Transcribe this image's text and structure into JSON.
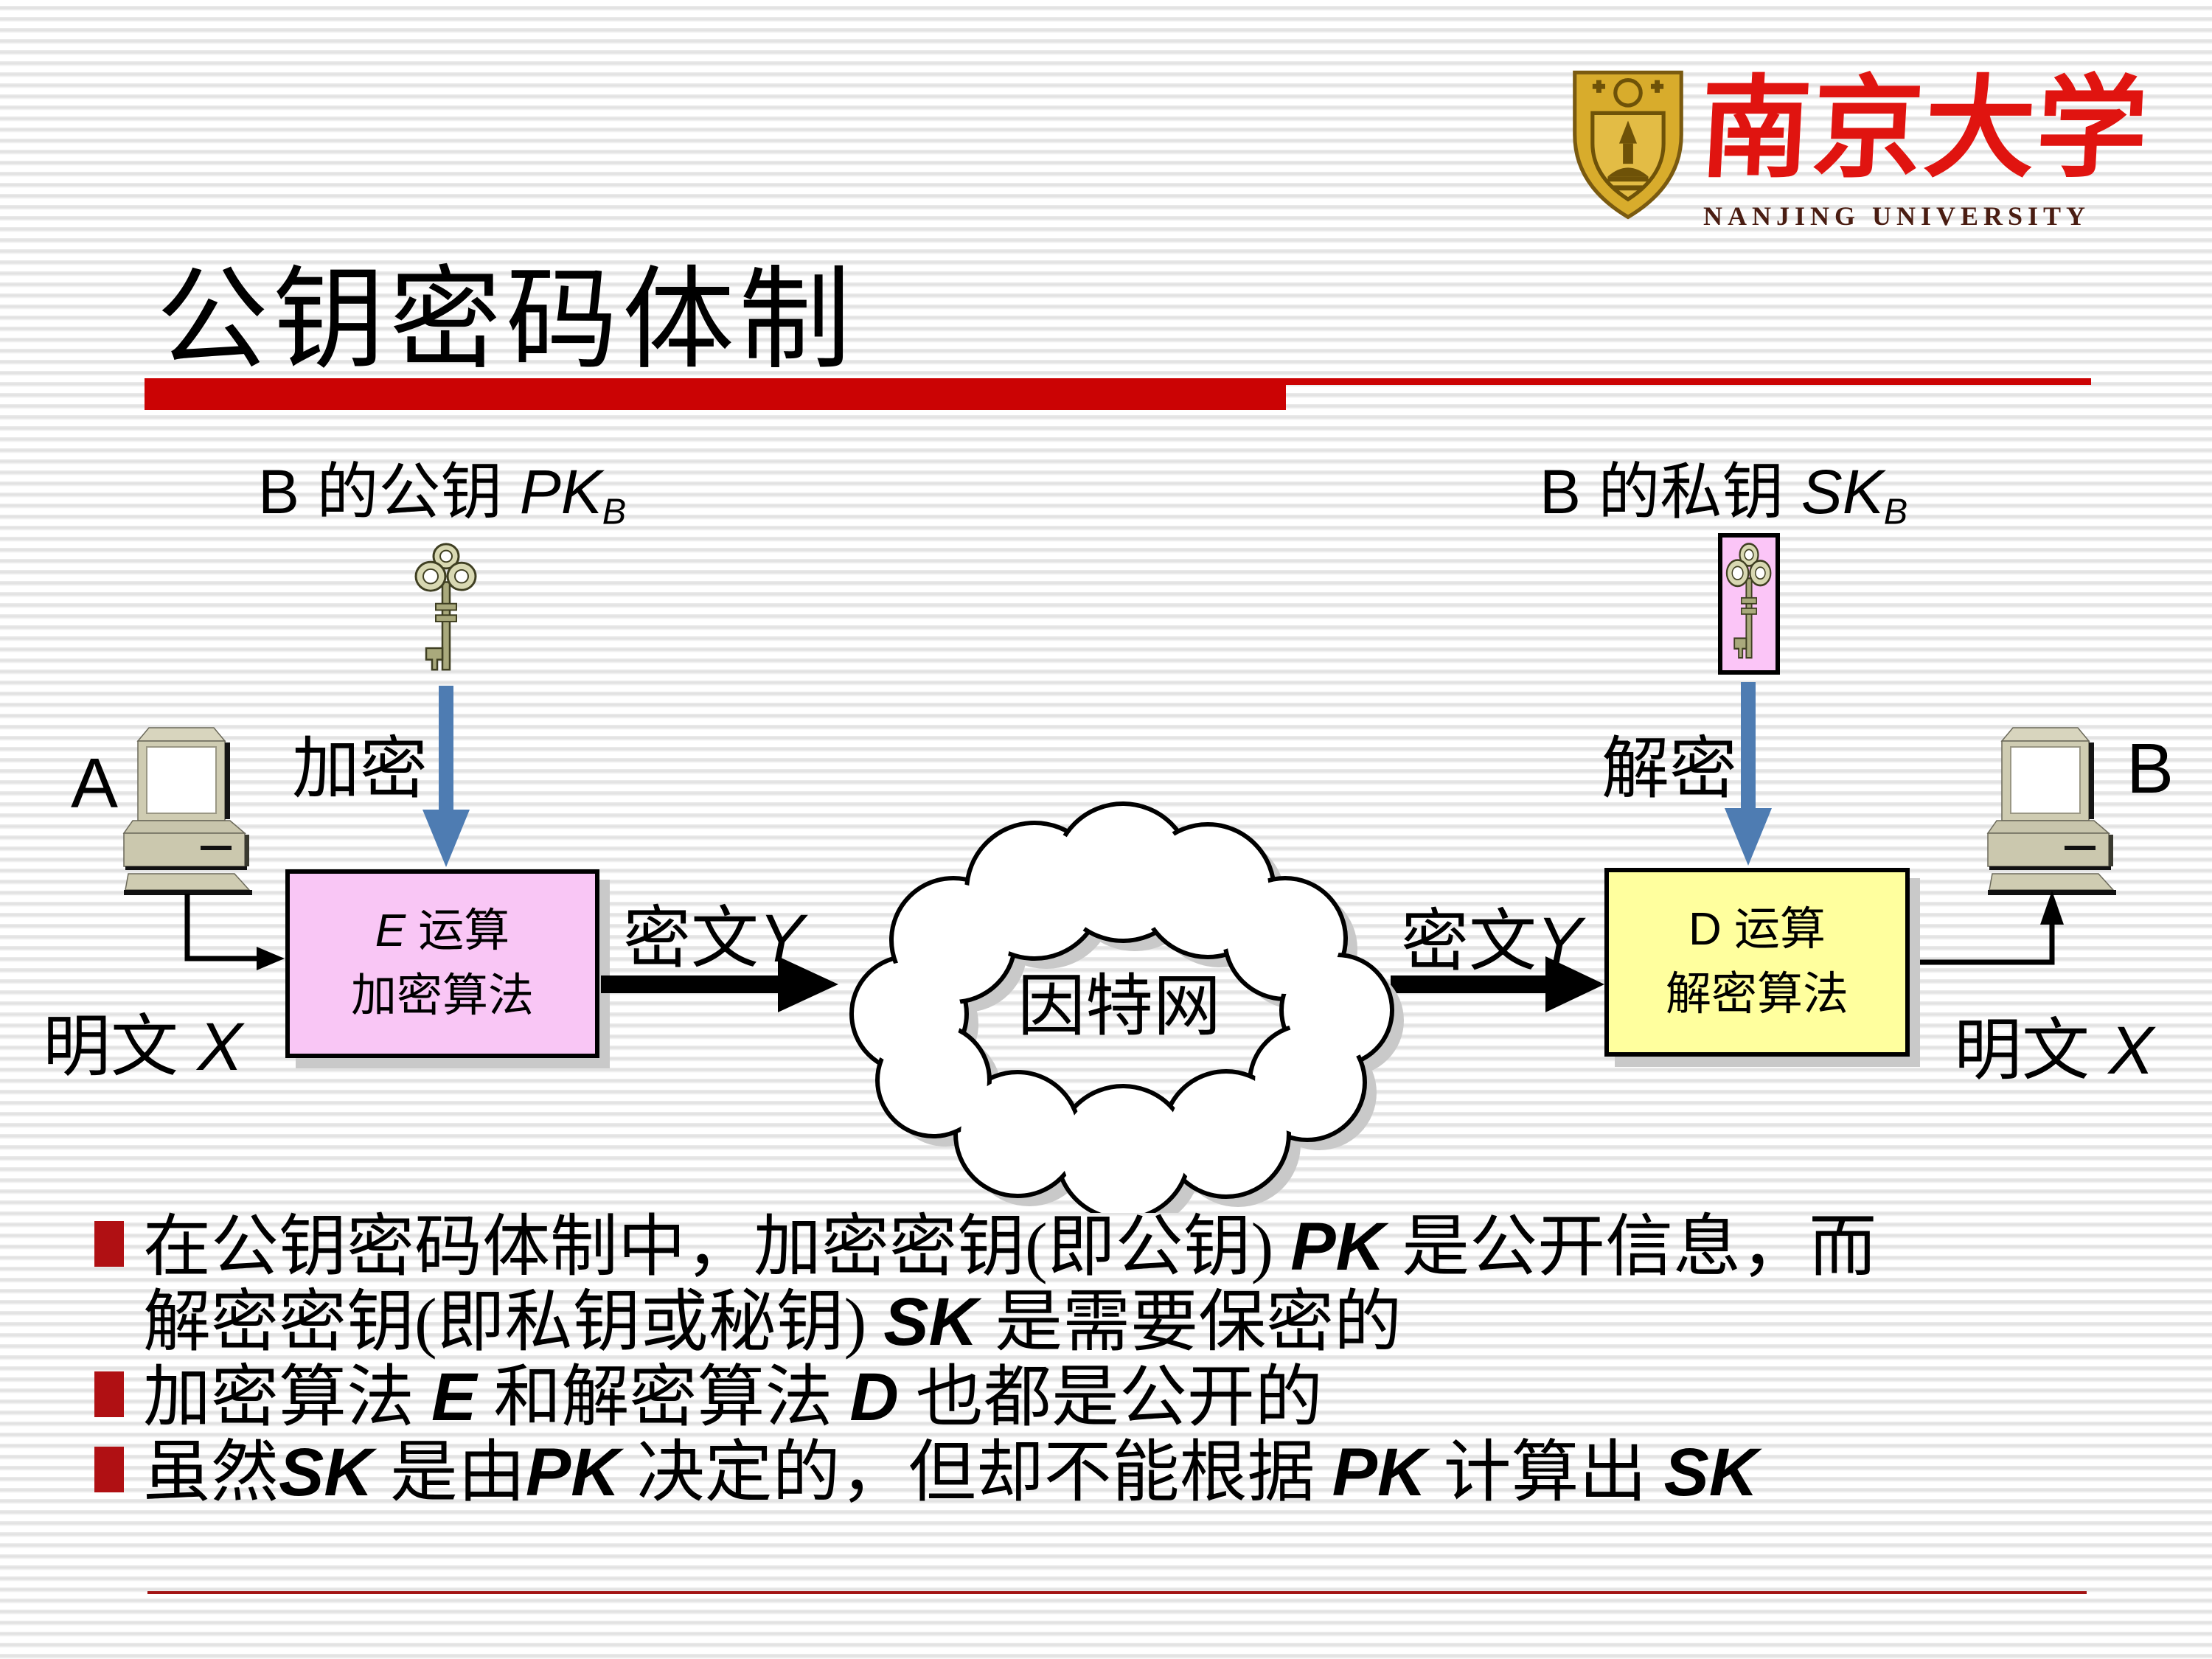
{
  "logo": {
    "university_cn": "南京大学",
    "university_en": "NANJING  UNIVERSITY"
  },
  "title": "公钥密码体制",
  "diagram": {
    "public_key_label": [
      {
        "t": "B 的公钥 "
      },
      {
        "t": "PK",
        "s": "i"
      },
      {
        "t": "B",
        "s": "i sub"
      }
    ],
    "private_key_label": [
      {
        "t": "B 的私钥 "
      },
      {
        "t": "SK",
        "s": "i"
      },
      {
        "t": "B",
        "s": "i sub"
      }
    ],
    "encrypt_label": "加密",
    "decrypt_label": "解密",
    "host_a_label": "A",
    "host_b_label": "B",
    "plaintext_left": [
      {
        "t": "明文 "
      },
      {
        "t": "X",
        "s": "i"
      }
    ],
    "plaintext_right": [
      {
        "t": "明文 "
      },
      {
        "t": "X",
        "s": "i"
      }
    ],
    "ciphertext_left": [
      {
        "t": "密文"
      },
      {
        "t": "Y",
        "s": "i"
      }
    ],
    "ciphertext_right": [
      {
        "t": "密文"
      },
      {
        "t": "Y",
        "s": "i"
      }
    ],
    "encrypt_box": {
      "line1": [
        {
          "t": "E",
          "s": "i"
        },
        {
          "t": " 运算"
        }
      ],
      "line2": "加密算法"
    },
    "decrypt_box": {
      "line1": [
        {
          "t": "D 运算"
        }
      ],
      "line2": "解密算法"
    },
    "cloud_label": "因特网"
  },
  "bullets": [
    {
      "lines": [
        [
          {
            "t": "在公钥密码体制中，加密密钥(即公钥) "
          },
          {
            "t": "PK",
            "s": "i b"
          },
          {
            "t": " 是公开信息，而"
          }
        ],
        [
          {
            "t": "解密密钥(即私钥或秘钥) "
          },
          {
            "t": "SK",
            "s": "i b"
          },
          {
            "t": " 是需要保密的"
          }
        ]
      ]
    },
    {
      "lines": [
        [
          {
            "t": "加密算法 "
          },
          {
            "t": "E",
            "s": "i b"
          },
          {
            "t": " 和解密算法 "
          },
          {
            "t": "D",
            "s": "i b"
          },
          {
            "t": " 也都是公开的"
          }
        ]
      ]
    },
    {
      "lines": [
        [
          {
            "t": "虽然"
          },
          {
            "t": "SK",
            "s": "i b"
          },
          {
            "t": " 是由"
          },
          {
            "t": "PK",
            "s": "i b"
          },
          {
            "t": " 决定的，但却不能根据 "
          },
          {
            "t": "PK",
            "s": "i b"
          },
          {
            "t": " 计算出 "
          },
          {
            "t": "SK",
            "s": "i b"
          }
        ]
      ]
    }
  ],
  "colors": {
    "accent_red": "#CB0304",
    "bottom_rule_red": "#A31515",
    "bullet_red": "#B01013",
    "encrypt_box_fill": "#F9C6F5",
    "decrypt_box_fill": "#FFFF9E",
    "private_key_box_fill": "#FBC5F7",
    "arrow_blue": "#4E7CB2",
    "logo_red": "#E01410",
    "logo_brown": "#4A1D12",
    "stripe_gray": "#E0E0E0",
    "computer_beige": "#CFCCB2",
    "key_olive": "#A9A97C"
  }
}
